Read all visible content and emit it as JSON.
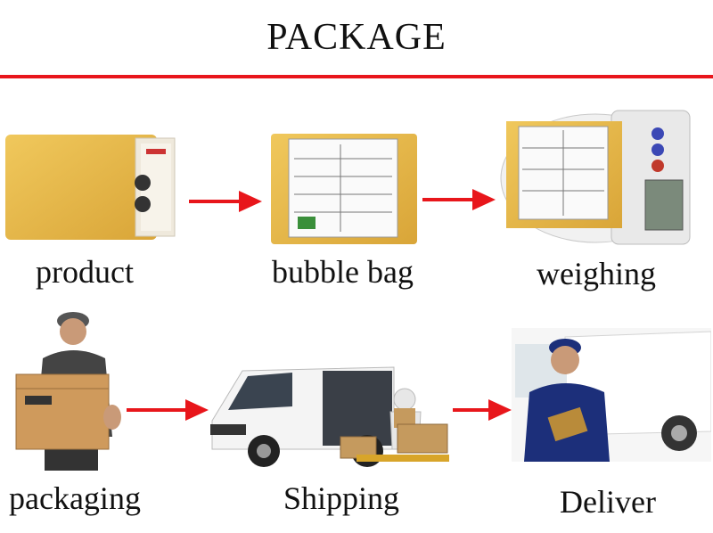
{
  "title": "PACKAGE",
  "colors": {
    "accent": "#e8161b",
    "kraft": "#e2b347",
    "white": "#ffffff"
  },
  "steps": [
    {
      "label": "product",
      "icon": "padded-envelope-icon"
    },
    {
      "label": "bubble bag",
      "icon": "bubble-bag-icon"
    },
    {
      "label": "weighing",
      "icon": "scale-icon"
    },
    {
      "label": "packaging",
      "icon": "man-with-box-icon"
    },
    {
      "label": "Shipping",
      "icon": "delivery-van-icon"
    },
    {
      "label": "Deliver",
      "icon": "courier-icon"
    }
  ]
}
